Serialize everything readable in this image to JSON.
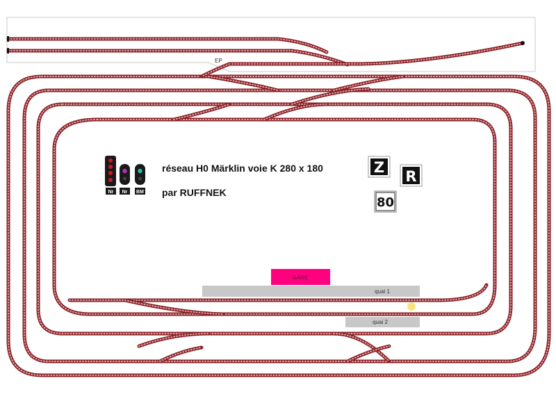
{
  "title": "réseau H0 Märklin voie K  280 x 180",
  "author": "par RUFFNEK",
  "labels": {
    "ep": "EP",
    "gare": "GARE",
    "quai1": "quai 1",
    "quai2": "quai 2"
  },
  "signals": [
    {
      "label": "Nr",
      "lamps": [
        "#d01818",
        "#d01818",
        "#d01818",
        "#d01818"
      ]
    },
    {
      "label": "Nr",
      "lamps": [
        "#b030c0"
      ]
    },
    {
      "label": "BM",
      "lamps": [
        "#20c0a0"
      ]
    }
  ],
  "signs": {
    "z": "Z",
    "r": "R",
    "speed": "80"
  },
  "colors": {
    "track": "#8a1f24",
    "sleeper": "#d9a5a8",
    "gare": "#ff007f",
    "quai": "#c8c8c8",
    "marker": "#f0e060"
  }
}
